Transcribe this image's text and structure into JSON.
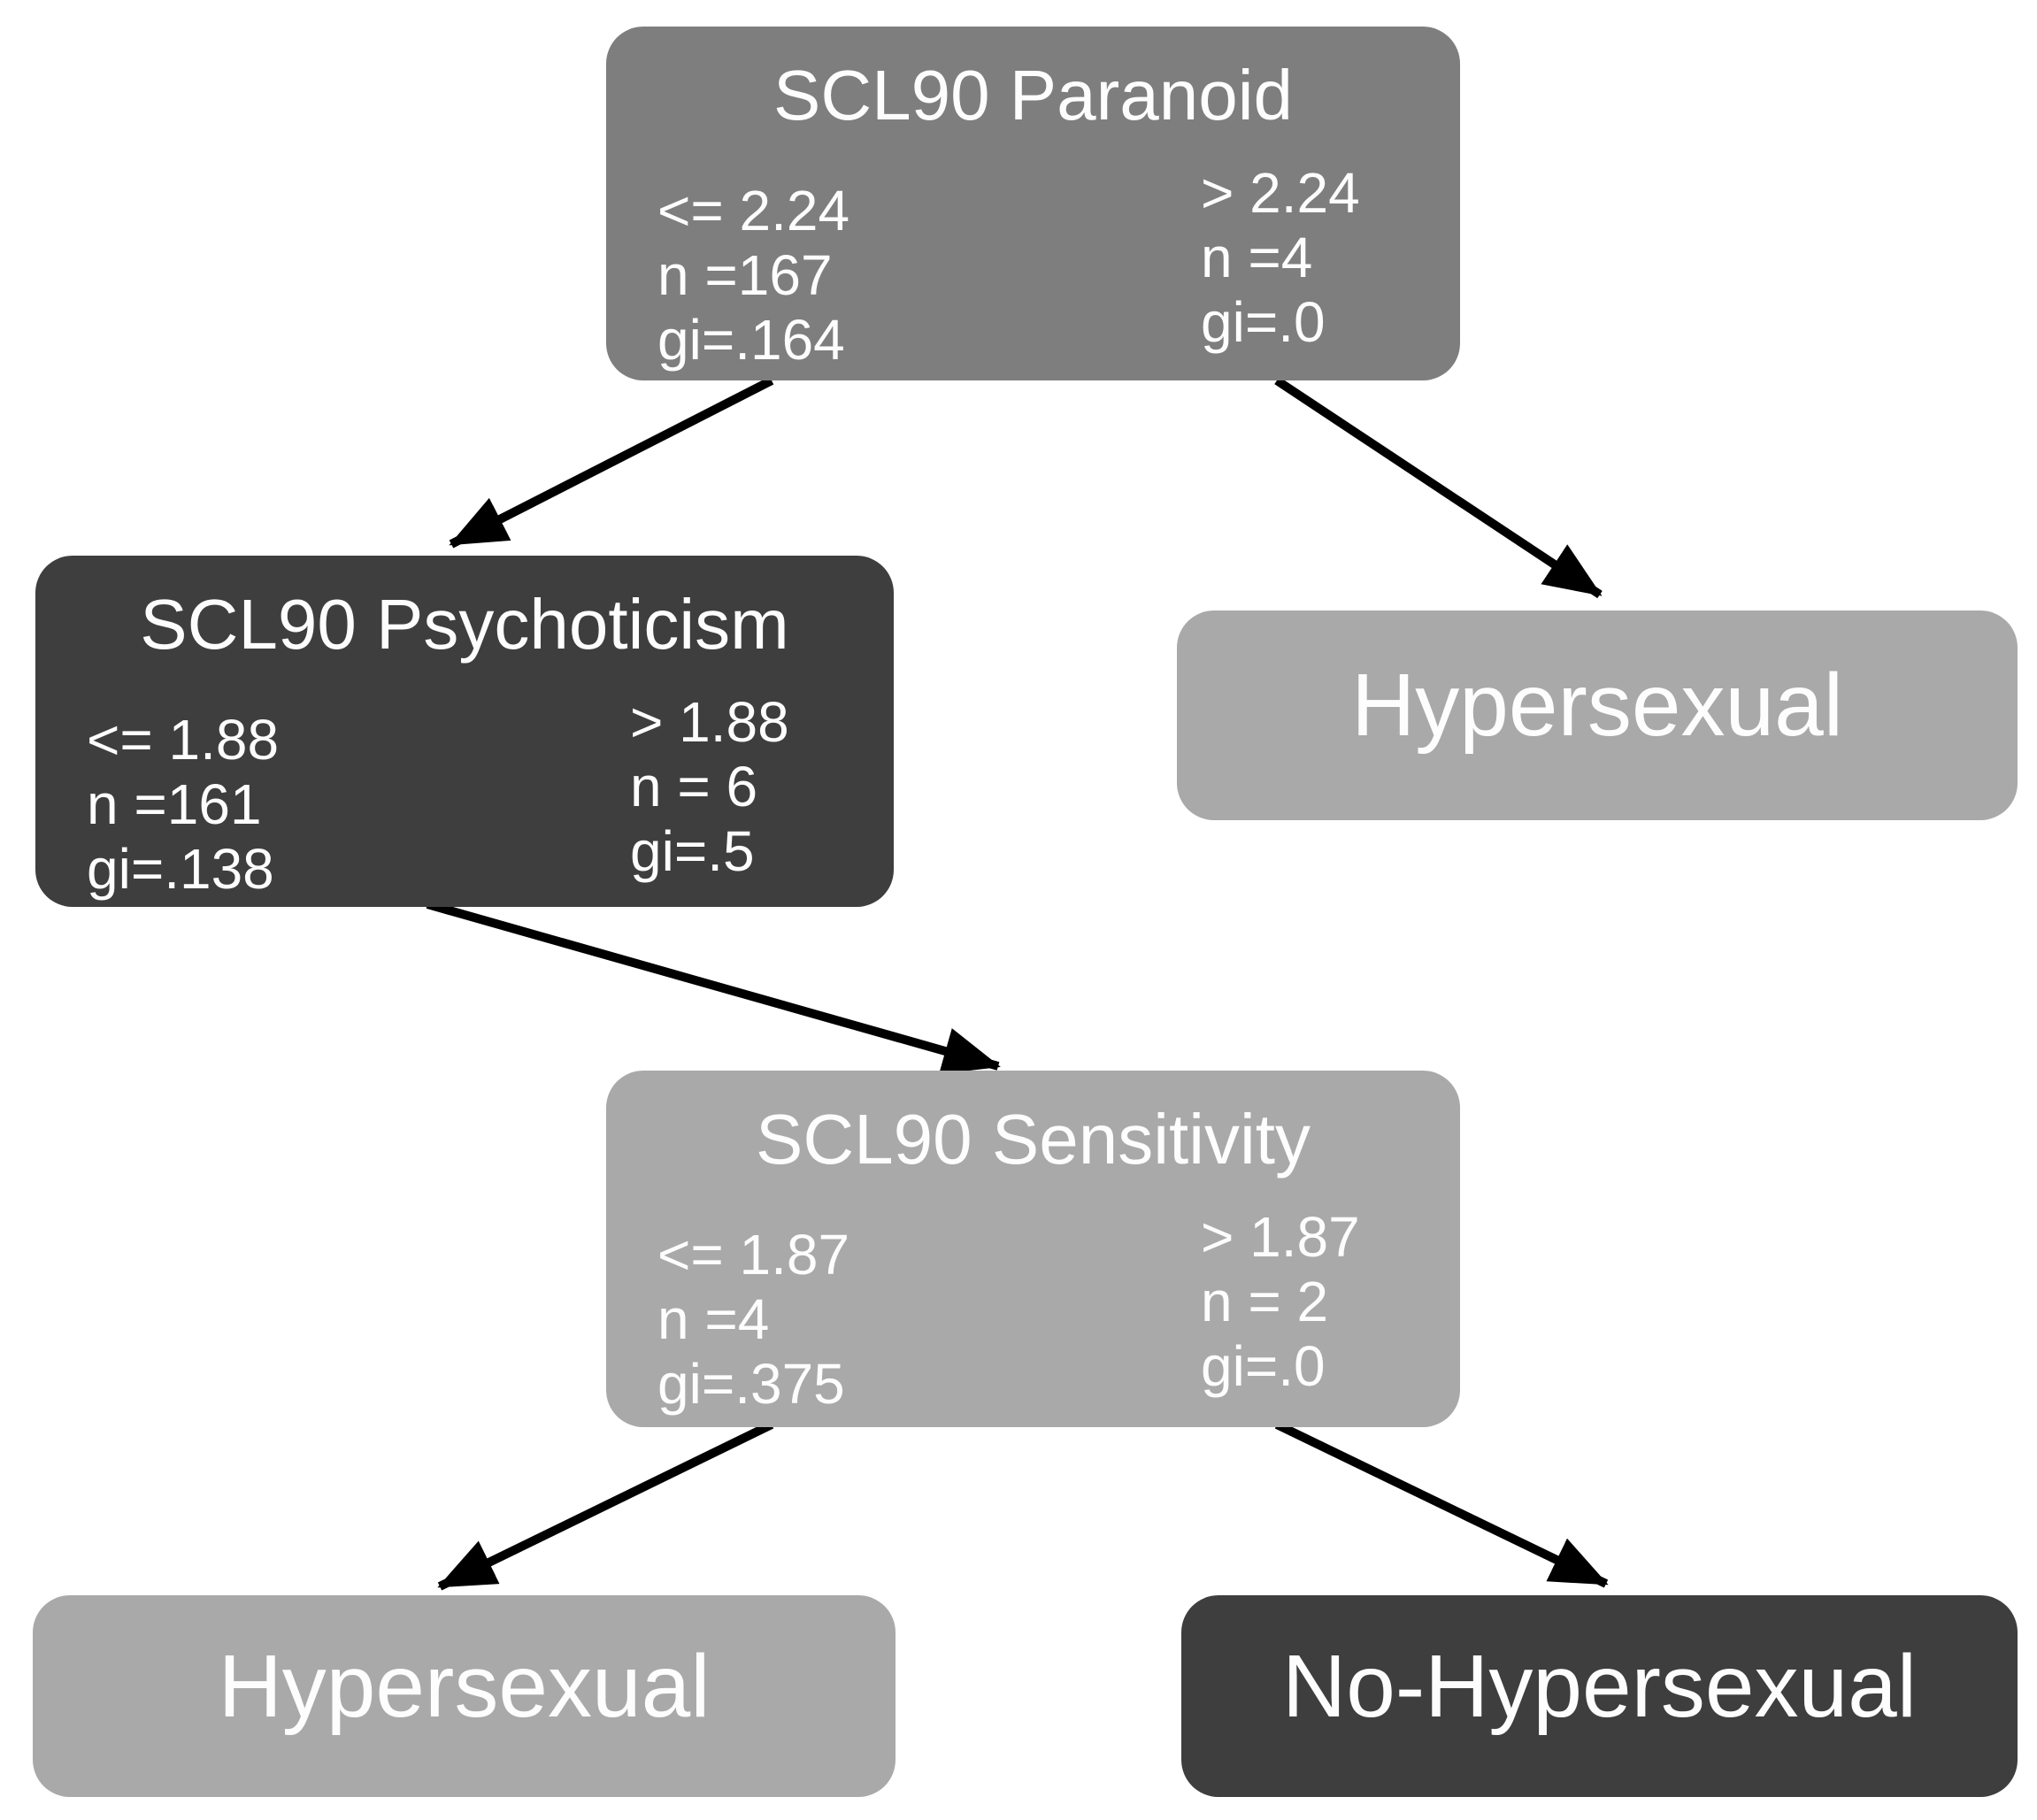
{
  "colors": {
    "background": "#ffffff",
    "node_medium": "#7e7e7e",
    "node_dark": "#3e3e3e",
    "node_light": "#a9a9a9",
    "text": "#fdfdfd",
    "arrow": "#000000"
  },
  "nodes": {
    "paranoid": {
      "title": "SCL90 Paranoid",
      "left": {
        "condition": "<= 2.24",
        "n": "n =167",
        "gi": "gi=.164"
      },
      "right": {
        "condition": "> 2.24",
        "n": "n =4",
        "gi": "gi=.0"
      }
    },
    "psychoticism": {
      "title": "SCL90 Psychoticism",
      "left": {
        "condition": "<= 1.88",
        "n": "n =161",
        "gi": "gi=.138"
      },
      "right": {
        "condition": "> 1.88",
        "n": "n = 6",
        "gi": "gi=.5"
      }
    },
    "sensitivity": {
      "title": "SCL90 Sensitivity",
      "left": {
        "condition": "<= 1.87",
        "n": "n =4",
        "gi": "gi=.375"
      },
      "right": {
        "condition": "> 1.87",
        "n": "n = 2",
        "gi": "gi=.0"
      }
    },
    "hypersexual_right": {
      "label": "Hypersexual"
    },
    "hypersexual_left": {
      "label": "Hypersexual"
    },
    "no_hypersexual": {
      "label": "No-Hypersexual"
    }
  }
}
